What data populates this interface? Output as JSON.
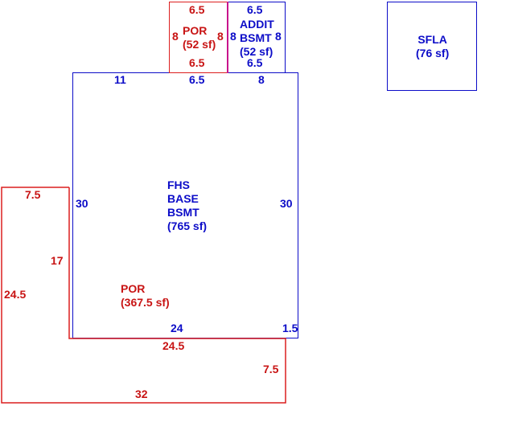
{
  "colors": {
    "blue": "#0c0cc8",
    "red": "#c81414"
  },
  "areas": {
    "main": {
      "name_lines": [
        "FHS",
        "BASE",
        "BSMT"
      ],
      "area": "(765 sf)"
    },
    "por_top": {
      "name": "POR",
      "area": "(52 sf)"
    },
    "addit": {
      "name_lines": [
        "ADDIT",
        "BSMT"
      ],
      "area": "(52 sf)"
    },
    "sfla": {
      "name": "SFLA",
      "area": "(76 sf)"
    },
    "por_bottom": {
      "name": "POR",
      "area": "(367.5 sf)"
    }
  },
  "dims": {
    "por_top_top": "6.5",
    "por_top_left": "8",
    "por_top_right": "8",
    "por_top_bottom": "6.5",
    "addit_top": "6.5",
    "addit_left": "8",
    "addit_right": "8",
    "addit_bottom": "6.5",
    "main_top_left": "11",
    "main_top_mid": "6.5",
    "main_top_right": "8",
    "main_left": "30",
    "main_right": "30",
    "main_bottom": "24",
    "main_bottom_right": "1.5",
    "por_top_step": "7.5",
    "por_inner_left": "17",
    "por_outer_left": "24.5",
    "por_inner_bottom": "24.5",
    "por_right": "7.5",
    "por_bottom": "32"
  }
}
